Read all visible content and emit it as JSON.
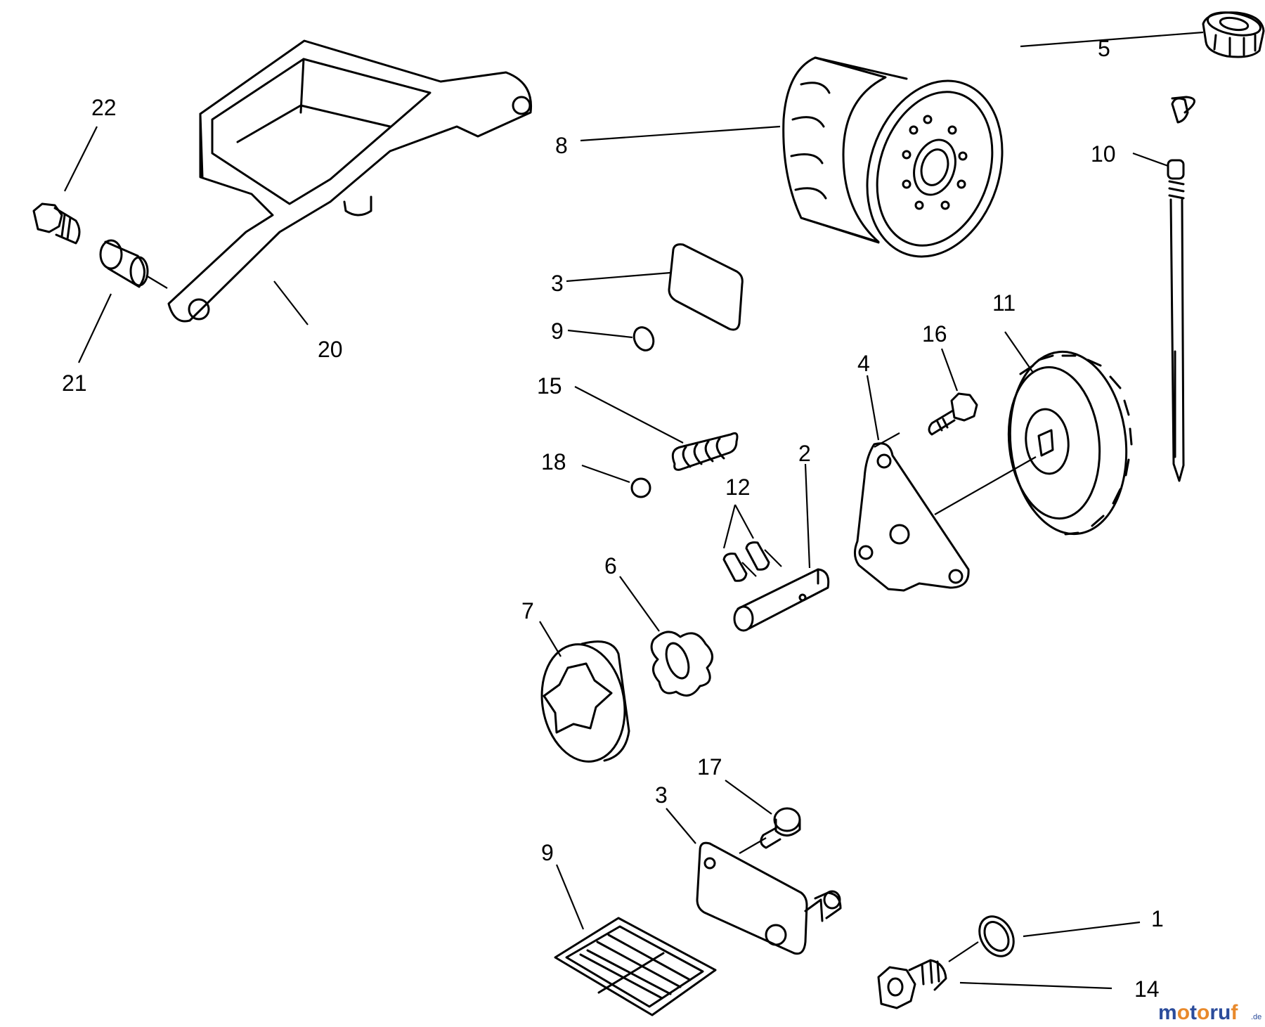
{
  "callouts": {
    "c22": "22",
    "c21": "21",
    "c20": "20",
    "c8": "8",
    "c5": "5",
    "c10": "10",
    "c13": "3",
    "c19": "9",
    "c15": "15",
    "c18": "18",
    "c12": "12",
    "c2": "2",
    "c4": "4",
    "c16": "16",
    "c11": "11",
    "c6": "6",
    "c7": "7",
    "c17": "17",
    "c3": "3",
    "c9": "9",
    "c1": "1",
    "c14": "14"
  },
  "watermark": {
    "brand": "motoruf",
    "suffix": ".de",
    "colors": {
      "blue": "#2b4c9b",
      "orange": "#e8892b"
    }
  }
}
